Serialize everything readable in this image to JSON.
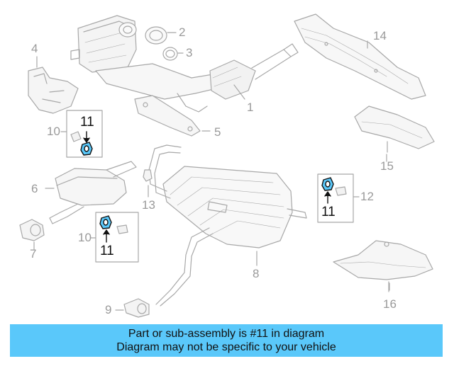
{
  "diagram": {
    "callouts": [
      {
        "id": "c1",
        "label": "1"
      },
      {
        "id": "c2",
        "label": "2"
      },
      {
        "id": "c3",
        "label": "3"
      },
      {
        "id": "c4",
        "label": "4"
      },
      {
        "id": "c5",
        "label": "5"
      },
      {
        "id": "c6",
        "label": "6"
      },
      {
        "id": "c7",
        "label": "7"
      },
      {
        "id": "c8",
        "label": "8"
      },
      {
        "id": "c9",
        "label": "9"
      },
      {
        "id": "c10a",
        "label": "10"
      },
      {
        "id": "c10b",
        "label": "10"
      },
      {
        "id": "c11a",
        "label": "11"
      },
      {
        "id": "c11b",
        "label": "11"
      },
      {
        "id": "c11c",
        "label": "11"
      },
      {
        "id": "c12",
        "label": "12"
      },
      {
        "id": "c13",
        "label": "13"
      },
      {
        "id": "c14",
        "label": "14"
      },
      {
        "id": "c15",
        "label": "15"
      },
      {
        "id": "c16",
        "label": "16"
      }
    ],
    "highlight_color": "#5ac8fa",
    "line_color": "#a8a8a8"
  },
  "banner": {
    "line1": "Part or sub-assembly is #11 in diagram",
    "line2": "Diagram may not be specific to your vehicle",
    "color": "#5ac8fa"
  }
}
